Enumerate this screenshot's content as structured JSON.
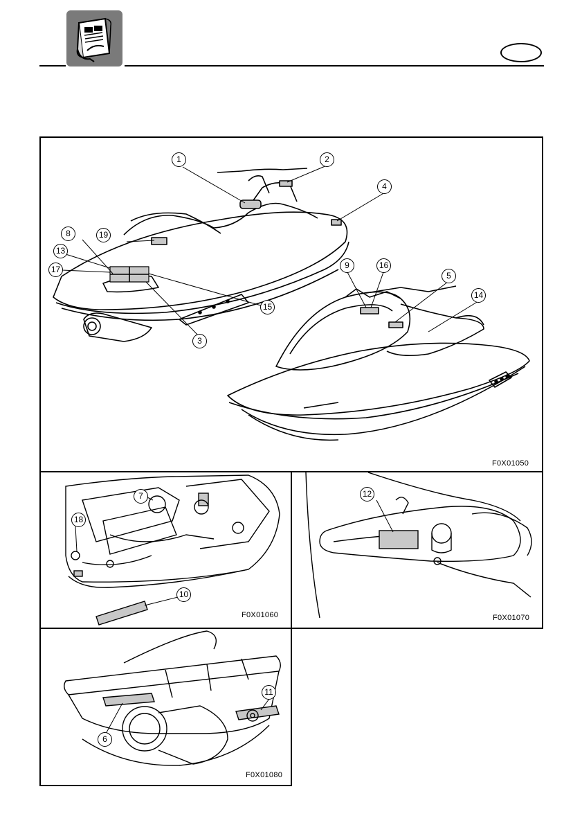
{
  "header": {
    "icon": "manual-book-icon",
    "language_badge": ""
  },
  "figures": {
    "main": {
      "code": "F0X01050"
    },
    "engine": {
      "code": "F0X01060"
    },
    "storage": {
      "code": "F0X01070"
    },
    "rear": {
      "code": "F0X01080"
    }
  },
  "callouts": {
    "c1": "1",
    "c2": "2",
    "c3": "3",
    "c4": "4",
    "c5": "5",
    "c6": "6",
    "c7": "7",
    "c8": "8",
    "c9": "9",
    "c10": "10",
    "c11": "11",
    "c12": "12",
    "c13": "13",
    "c14": "14",
    "c15": "15",
    "c16": "16",
    "c17": "17",
    "c18": "18",
    "c19": "19"
  }
}
